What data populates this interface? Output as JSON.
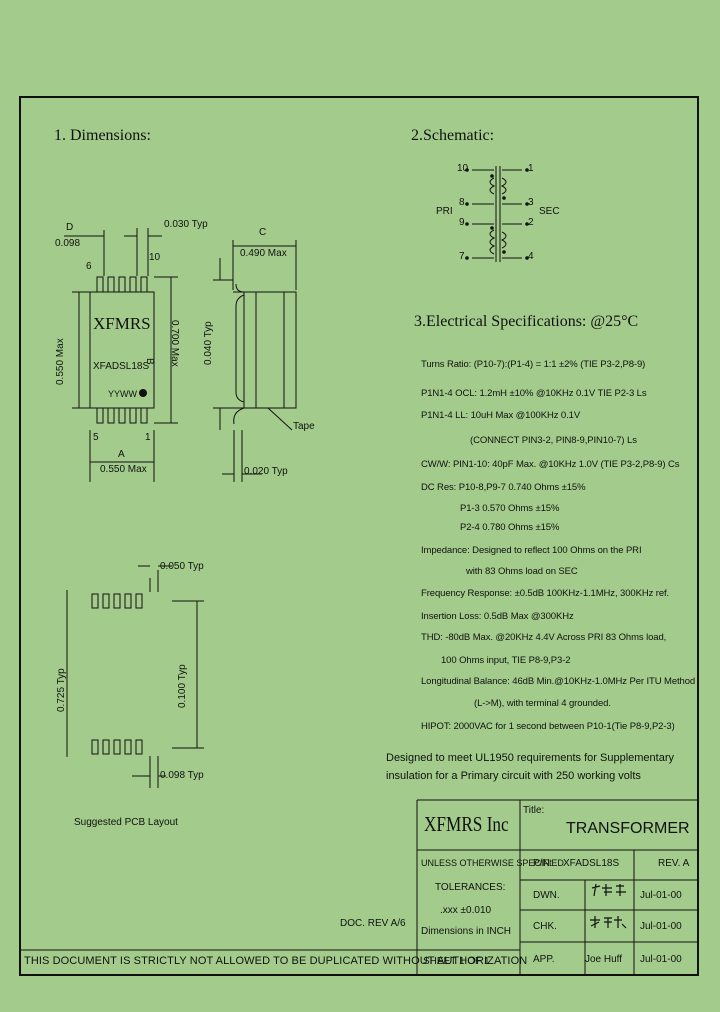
{
  "sections": {
    "dimensions": "1. Dimensions:",
    "schematic": "2.Schematic:",
    "electrical": "3.Electrical Specifications: @25°C"
  },
  "dims": {
    "d_label": "D",
    "d_value": "0.098",
    "pin_pitch": "0.030 Typ",
    "pin6": "6",
    "pin10": "10",
    "pin5": "5",
    "pin1": "1",
    "chip_brand": "XFMRS",
    "chip_part": "XFADSL18S",
    "chip_date": "YYWW",
    "dim_a_label": "A",
    "dim_a": "0.550 Max",
    "dim_left": "0.550 Max",
    "dim_b_label": "B",
    "dim_b": "0.700 Max",
    "dim_c_label": "C",
    "dim_c": "0.490 Max",
    "height": "0.040 Typ",
    "lead": "0.020 Typ",
    "tape": "Tape"
  },
  "pcb": {
    "pad_width": "0.050 Typ",
    "span": "0.725 Typ",
    "pitch": "0.100 Typ",
    "pad_len": "0.098 Typ",
    "caption": "Suggested PCB Layout"
  },
  "schematic": {
    "p10": "10",
    "p8": "8",
    "p9": "9",
    "p7": "7",
    "p1": "1",
    "p3": "3",
    "p2": "2",
    "p4": "4",
    "pri": "PRI",
    "sec": "SEC"
  },
  "specs": [
    "Turns Ratio: (P10-7):(P1-4) = 1:1 ±2% (TIE P3-2,P8-9)",
    "P1N1-4 OCL: 1.2mH ±10% @10KHz 0.1V TIE P2-3 Ls",
    "P1N1-4 LL: 10uH Max @100KHz 0.1V",
    "(CONNECT PIN3-2, PIN8-9,PIN10-7) Ls",
    "CW/W: PIN1-10: 40pF Max. @10KHz 1.0V (TIE P3-2,P8-9) Cs",
    "DC Res: P10-8,P9-7 0.740 Ohms ±15%",
    "P1-3 0.570 Ohms ±15%",
    "P2-4 0.780 Ohms ±15%",
    "Impedance: Designed to reflect 100 Ohms on the PRI",
    "with 83 Ohms load on SEC",
    "Frequency Response: ±0.5dB 100KHz-1.1MHz, 300KHz ref.",
    "Insertion Loss: 0.5dB Max @300KHz",
    "THD: -80dB Max. @20KHz 4.4V Across PRI 83 Ohms load,",
    "100 Ohms input, TIE P8-9,P3-2",
    "Longitudinal Balance: 46dB Min.@10KHz-1.0MHz Per ITU Method",
    "(L->M), with terminal 4 grounded.",
    "HIPOT: 2000VAC for 1 second between P10-1(Tie P8-9,P2-3)"
  ],
  "note": [
    "Designed to meet UL1950 requirements for Supplementary",
    "insulation for a Primary circuit with 250 working volts"
  ],
  "title_block": {
    "company": "XFMRS Inc",
    "title_label": "Title:",
    "title": "TRANSFORMER",
    "unless": "UNLESS OTHERWISE SPECIFIED",
    "tolerances": "TOLERANCES:",
    "tol_value": ".xxx ±0.010",
    "dims_in": "Dimensions in INCH",
    "pn_label": "P/N:",
    "pn": "XFADSL18S",
    "rev": "REV. A",
    "dwn_label": "DWN.",
    "dwn_date": "Jul-01-00",
    "chk_label": "CHK.",
    "chk_date": "Jul-01-00",
    "app_label": "APP.",
    "app_name": "Joe Huff",
    "app_date": "Jul-01-00",
    "sheet": "SHEET 1 OF 1",
    "doc_rev": "DOC. REV A/6"
  },
  "footer": "THIS DOCUMENT IS STRICTLY NOT ALLOWED TO BE DUPLICATED WITHOUT AUTHORIZATION"
}
